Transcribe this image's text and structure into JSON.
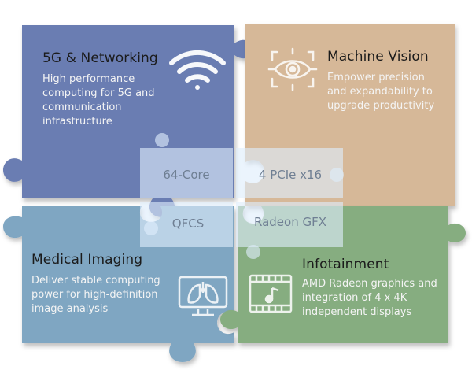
{
  "colors": {
    "networking": "#6b7db2",
    "vision": "#d6b898",
    "medical": "#7fa6c2",
    "infotainment": "#86ad80",
    "center_overlay": "#dfeefb",
    "center_text": "#6f7f93",
    "icon": "#ffffff"
  },
  "quadrants": {
    "networking": {
      "title": "5G & Networking",
      "description": "High performance computing for 5G and communication infrastructure",
      "icon": "wifi-icon"
    },
    "vision": {
      "title": "Machine Vision",
      "description": "Empower precision and expandability to upgrade productivity",
      "icon": "eye-target-icon"
    },
    "medical": {
      "title": "Medical Imaging",
      "description": "Deliver stable computing power for high-definition image analysis",
      "icon": "lungs-monitor-icon"
    },
    "infotainment": {
      "title": "Infotainment",
      "description": "AMD Radeon graphics and integration of 4 x 4K independent displays",
      "icon": "music-video-icon"
    }
  },
  "center": {
    "top_left": "64-Core",
    "top_right": "4 PCIe x16",
    "bottom_left": "QFCS",
    "bottom_right": "Radeon GFX"
  }
}
